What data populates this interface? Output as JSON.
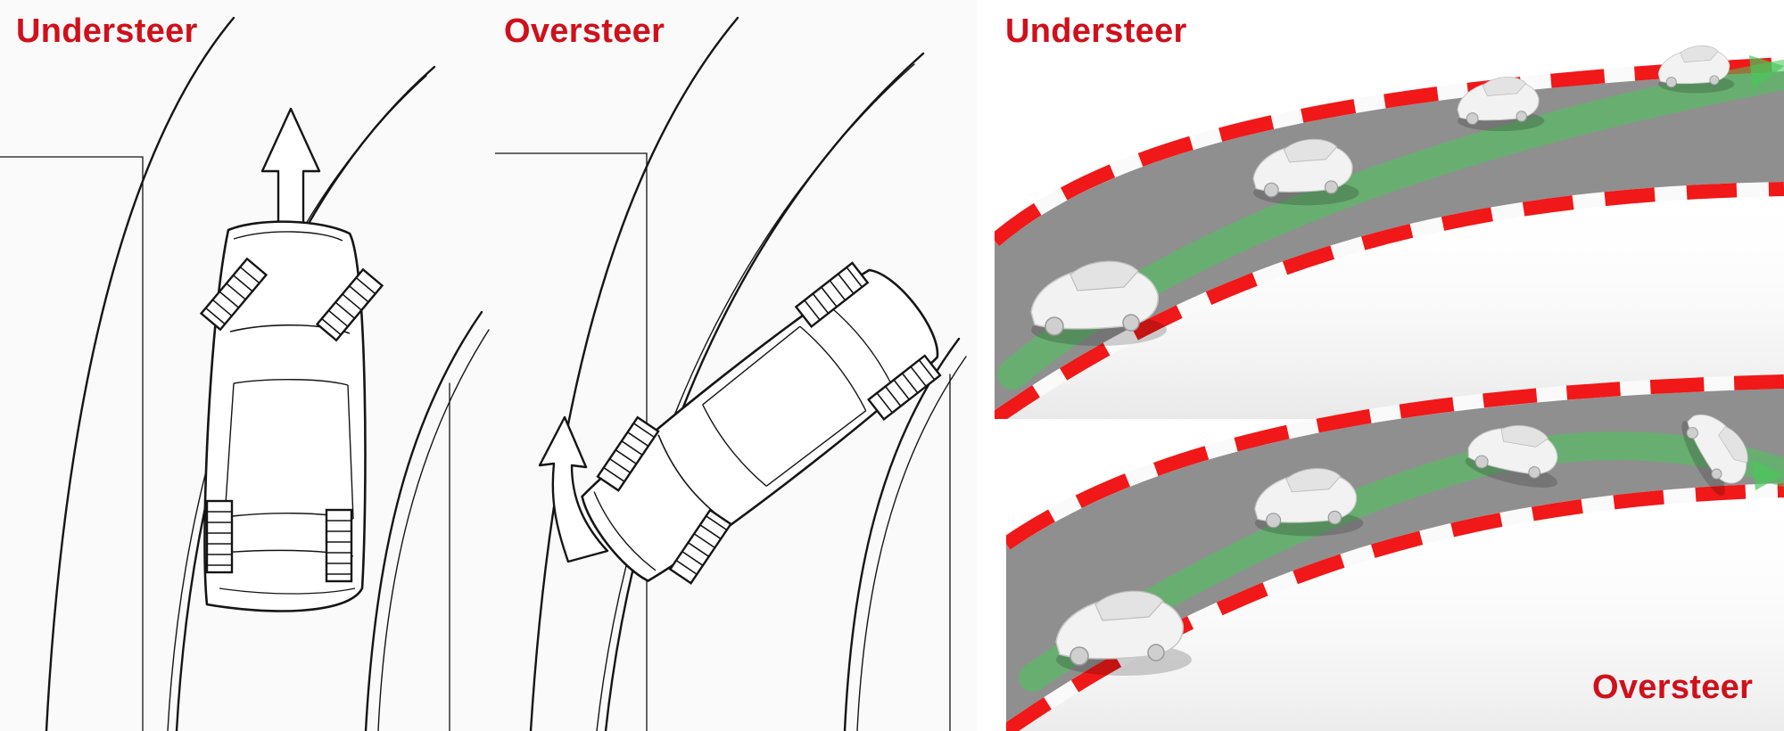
{
  "colors": {
    "label": "#d0101b",
    "ink": "#151515",
    "asphalt": "#8f8f8f",
    "kerb_red": "#f01818",
    "kerb_white": "#fafafa",
    "path_green": "#48c85a",
    "car_body": "#f2f2f2"
  },
  "icons": {
    "straight_arrow": "arrow-up-icon",
    "curved_arrow": "curved-arrow-icon"
  },
  "labels": {
    "understeer_sketch": "Understeer",
    "oversteer_sketch": "Oversteer",
    "understeer_render": "Understeer",
    "oversteer_render": "Oversteer"
  }
}
